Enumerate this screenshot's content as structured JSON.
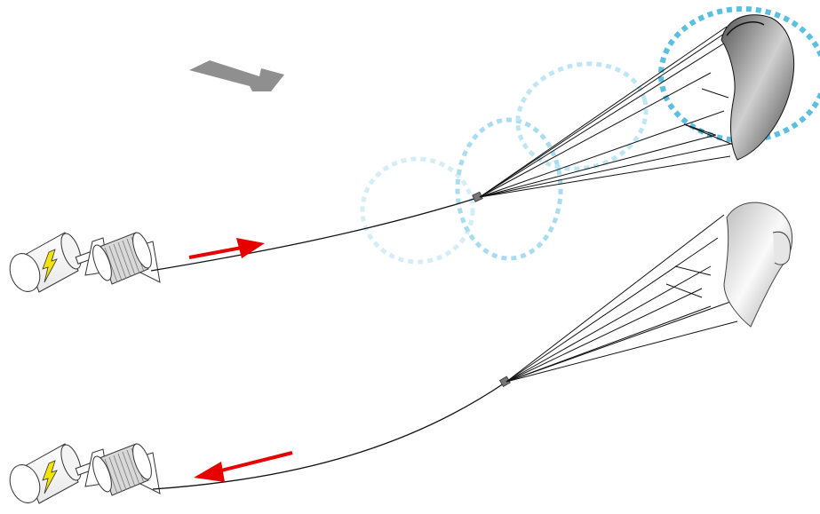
{
  "diagram": {
    "colors": {
      "tether": "#111111",
      "traction_arrow": "#e60000",
      "retraction_arrow": "#e60000",
      "wind_arrow": "#8f8f8f",
      "flight_path": "#5bbfe0",
      "lightning": "#f2e600",
      "kite_dark": "#2e2e2e",
      "kite_light": "#f2f2f2"
    },
    "icons": {
      "generator": "lightning-bolt-icon",
      "drum": "winch-drum-icon",
      "wind": "wind-direction-arrow-icon"
    },
    "phases": [
      {
        "id": "traction",
        "kite_shade": "dark",
        "cable_direction": "out",
        "figure_eight_path": true
      },
      {
        "id": "retraction",
        "kite_shade": "light",
        "cable_direction": "in",
        "figure_eight_path": false
      }
    ]
  }
}
